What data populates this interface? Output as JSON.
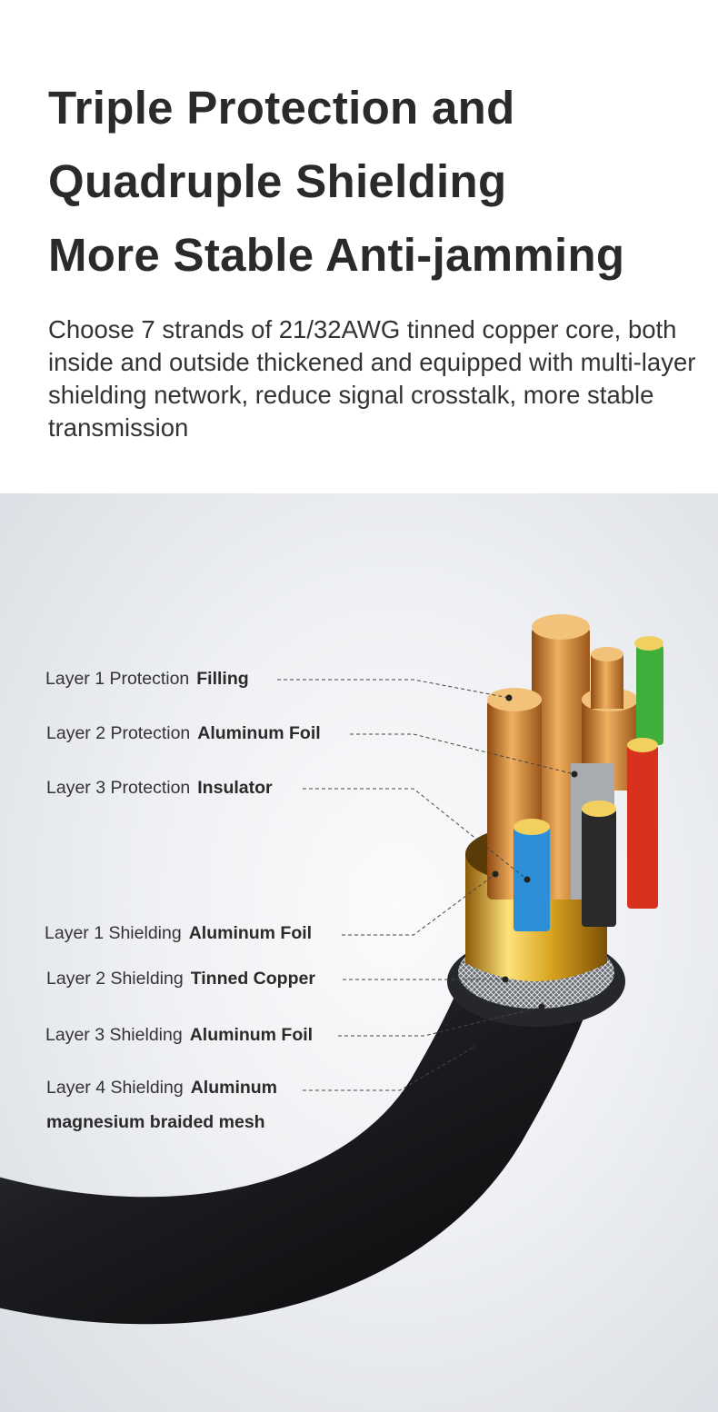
{
  "heading": {
    "lines": [
      "Triple Protection and",
      "Quadruple Shielding",
      "More Stable Anti-jamming"
    ]
  },
  "description": "Choose 7 strands of 21/32AWG tinned copper core, both inside and outside thickened and equipped with multi-layer shielding network, reduce signal crosstalk, more stable transmission",
  "labels": [
    {
      "layer": "Layer 1 Protection",
      "material": "Filling"
    },
    {
      "layer": "Layer 2 Protection",
      "material": "Aluminum Foil"
    },
    {
      "layer": "Layer 3 Protection",
      "material": "Insulator"
    },
    {
      "layer": "Layer 1 Shielding",
      "material": "Aluminum Foil"
    },
    {
      "layer": "Layer 2 Shielding",
      "material": "Tinned Copper"
    },
    {
      "layer": "Layer 3 Shielding",
      "material": "Aluminum Foil"
    },
    {
      "layer": "Layer 4 Shielding",
      "material": "Aluminum",
      "material_line2": "magnesium braided mesh"
    }
  ],
  "colors": {
    "jacket": "#1e1f22",
    "gold": "#d9a520",
    "copper": "#c9782e",
    "blue": "#2c8fd8",
    "green": "#3fae3a",
    "red": "#d8321e",
    "black_wire": "#2a2a2a"
  }
}
